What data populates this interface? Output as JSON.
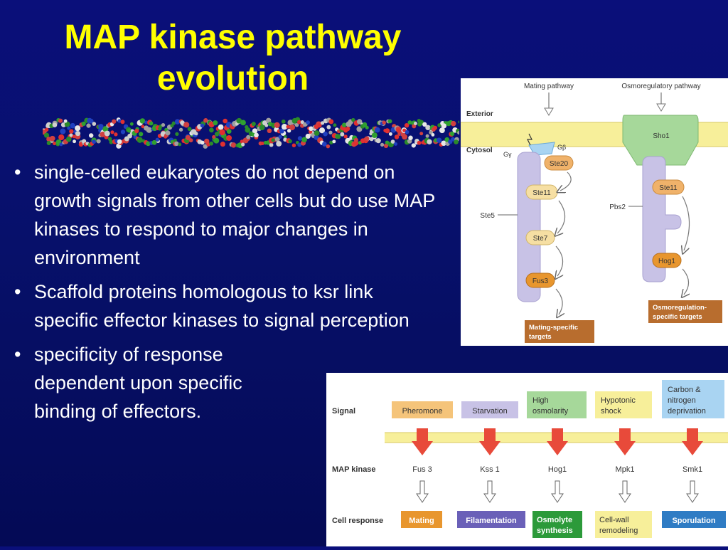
{
  "title": {
    "line1": "MAP kinase pathway",
    "line2": "evolution"
  },
  "bullets": [
    {
      "text": "single-celled eukaryotes do not depend on growth signals from other cells but do use MAP kinases to respond to major changes in environment"
    },
    {
      "text": "Scaffold proteins homologous to ksr link specific effector kinases to signal perception"
    },
    {
      "lines": [
        "specificity of response",
        "dependent upon specific",
        "binding of effectors."
      ]
    }
  ],
  "figure_top": {
    "mating_pathway": "Mating pathway",
    "osmo_pathway": "Osmoregulatory pathway",
    "exterior": "Exterior",
    "cytosol": "Cytosol",
    "g_gamma": "Gγ",
    "g_beta": "Gβ",
    "sho1": "Sho1",
    "ste20": "Ste20",
    "ste11_left": "Ste11",
    "ste5": "Ste5",
    "ste7": "Ste7",
    "fus3": "Fus3",
    "mating_targets": [
      "Mating-specific",
      "targets"
    ],
    "pbs2": "Pbs2",
    "ste11_right": "Ste11",
    "hog1": "Hog1",
    "osmo_targets": [
      "Osmoregulation-",
      "specific targets"
    ]
  },
  "figure_bottom": {
    "signal_label": "Signal",
    "kinase_label": "MAP kinase",
    "response_label": "Cell response",
    "columns": [
      {
        "signal": [
          "Pheromone"
        ],
        "kinase": "Fus 3",
        "response": [
          "Mating"
        ]
      },
      {
        "signal": [
          "Starvation"
        ],
        "kinase": "Kss 1",
        "response": [
          "Filamentation"
        ]
      },
      {
        "signal": [
          "High",
          "osmolarity"
        ],
        "kinase": "Hog1",
        "response": [
          "Osmolyte",
          "synthesis"
        ]
      },
      {
        "signal": [
          "Hypotonic",
          "shock"
        ],
        "kinase": "Mpk1",
        "response": [
          "Cell-wall",
          "remodeling"
        ]
      },
      {
        "signal": [
          "Carbon &",
          "nitrogen",
          "deprivation"
        ],
        "kinase": "Smk1",
        "response": [
          "Sporulation"
        ]
      }
    ]
  },
  "colors": {
    "background": "#07106a",
    "title": "#ffff00",
    "text": "#ffffff",
    "membrane": "#f7ef9a",
    "scaffold": "#c8c2e6",
    "kinase_orange": "#f0b26a",
    "target_brown": "#b86d2e",
    "sho1_green": "#a6d89a"
  }
}
